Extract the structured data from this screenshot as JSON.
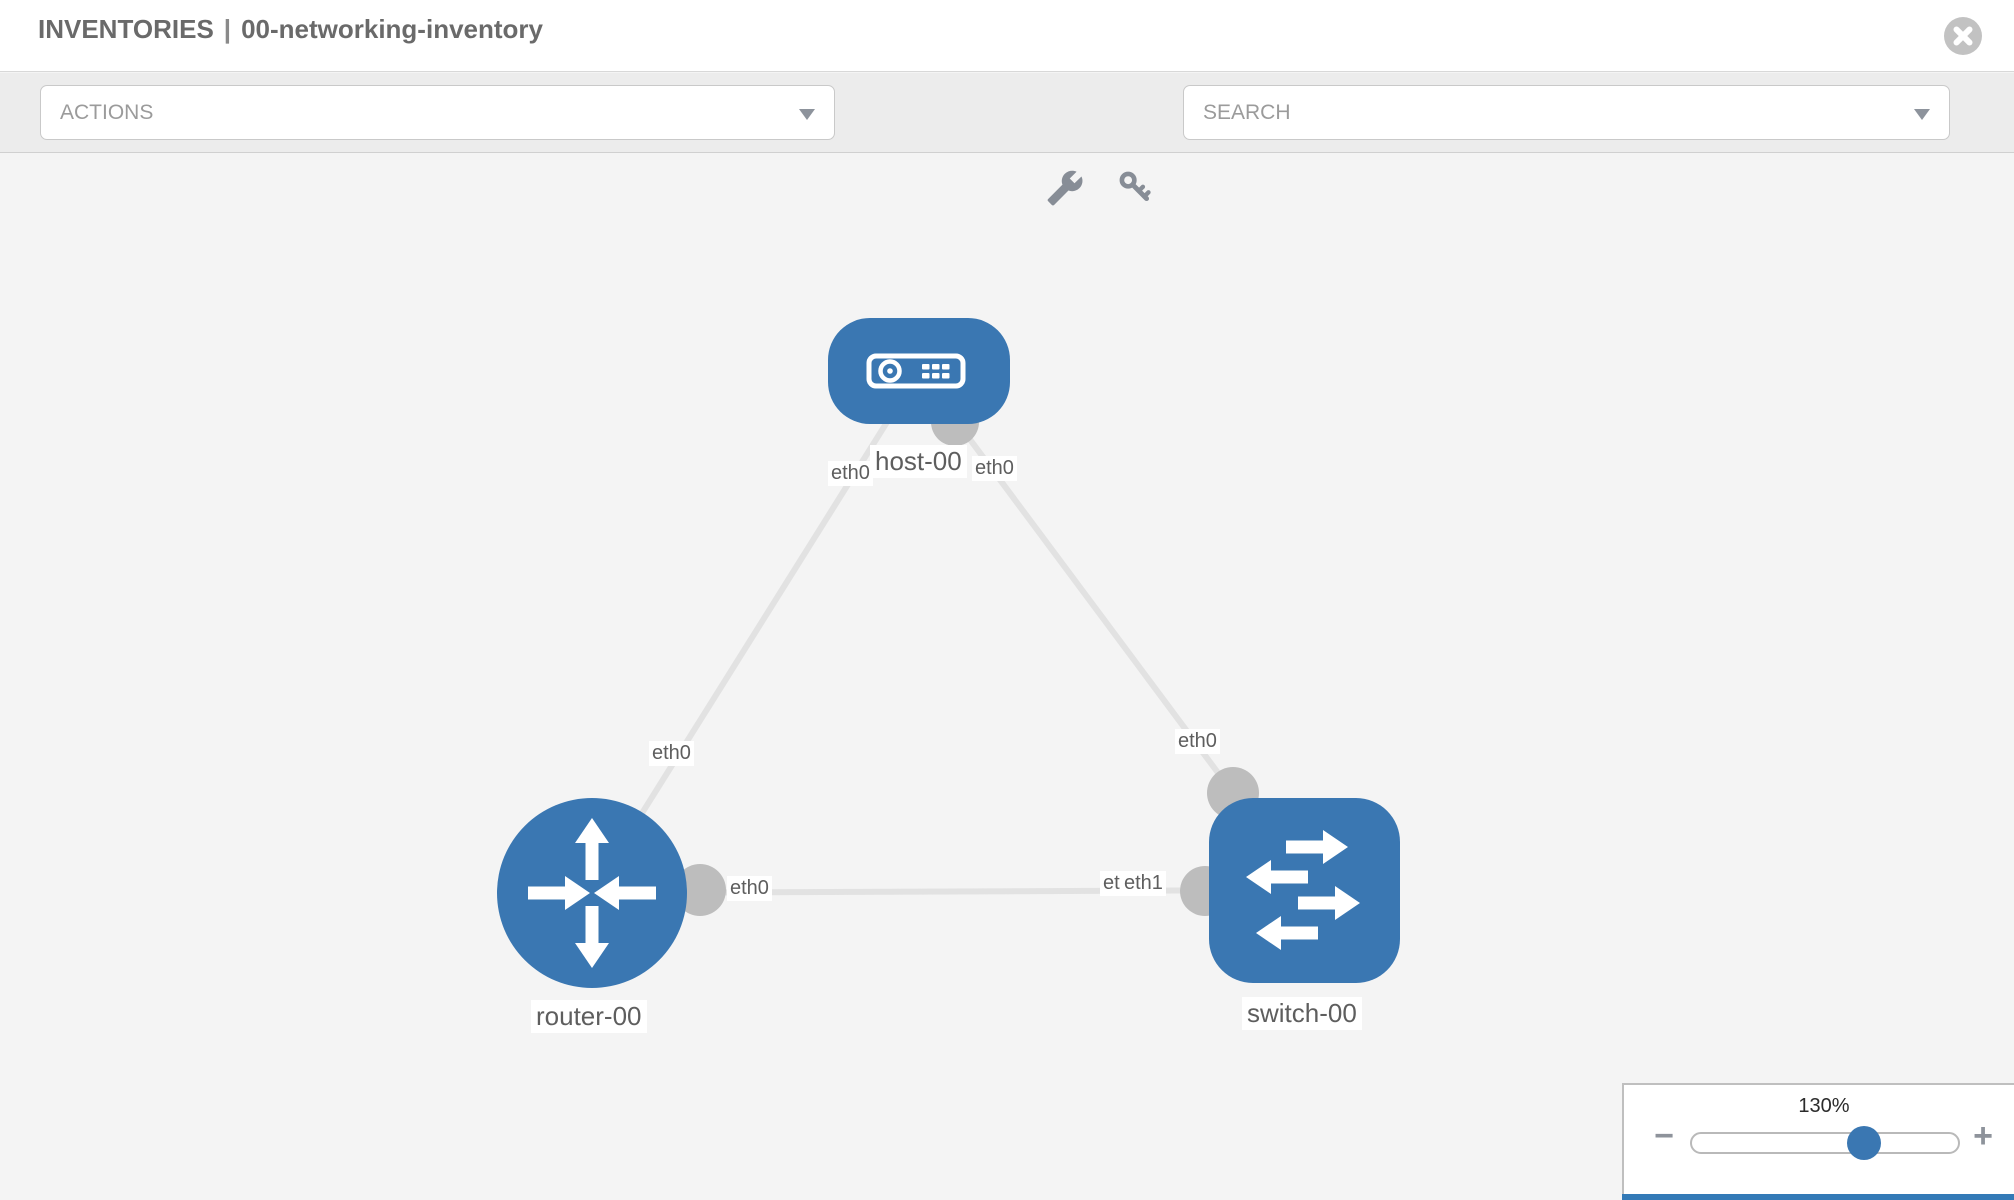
{
  "header": {
    "breadcrumb": "INVENTORIES",
    "separator": "|",
    "inventory_name": "00-networking-inventory",
    "close_icon": "x-circle-icon"
  },
  "toolbar": {
    "actions": {
      "placeholder": "ACTIONS",
      "icon": "chevron-down-icon"
    },
    "wrench_icon": "wrench-icon",
    "key_icon": "key-icon",
    "search": {
      "placeholder": "SEARCH",
      "icon": "chevron-down-icon"
    }
  },
  "diagram": {
    "nodes": [
      {
        "id": "host-00",
        "label": "host-00",
        "type": "host",
        "icon": "server-icon"
      },
      {
        "id": "router-00",
        "label": "router-00",
        "type": "router",
        "icon": "router-arrows-icon"
      },
      {
        "id": "switch-00",
        "label": "switch-00",
        "type": "switch",
        "icon": "switch-arrows-icon"
      }
    ],
    "links": [
      {
        "source": "host-00",
        "target": "router-00",
        "source_interface": "eth0",
        "target_interface": "eth0"
      },
      {
        "source": "host-00",
        "target": "switch-00",
        "source_interface": "eth0",
        "target_interface": "eth0"
      },
      {
        "source": "router-00",
        "target": "switch-00",
        "source_interface": "eth0",
        "target_interface": "eth1"
      }
    ],
    "overlapped_labels": {
      "under": "eth0",
      "over": "eth1"
    }
  },
  "zoom_control": {
    "level_label": "130%",
    "level_value": 130,
    "minus_label": "−",
    "plus_label": "+"
  },
  "colors": {
    "node_blue": "#3a77b2",
    "link_gray": "#e2e2e2",
    "connector_gray": "#bdbdbd",
    "canvas_bg": "#f4f4f4",
    "toolbar_bg": "#ececec"
  }
}
